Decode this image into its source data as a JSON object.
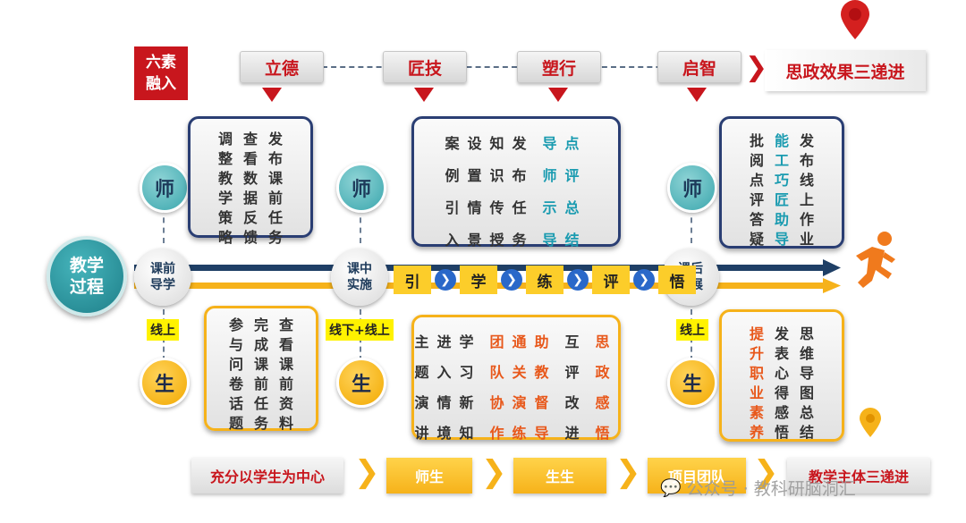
{
  "integration_tag": [
    "六素",
    "融入"
  ],
  "virtues": [
    "立德",
    "匠技",
    "塑行",
    "启智"
  ],
  "effect": "思政效果三递进",
  "main_node": [
    "教学",
    "过程"
  ],
  "stages": [
    {
      "lines": [
        "课前",
        "导学"
      ],
      "tag": "线上"
    },
    {
      "lines": [
        "课中",
        "实施"
      ],
      "tag": "线下+线上"
    },
    {
      "lines": [
        "课后",
        "拓展"
      ],
      "tag": "线上"
    }
  ],
  "teacher_label": "师",
  "student_label": "生",
  "steps": [
    "引",
    "学",
    "练",
    "评",
    "悟"
  ],
  "cards": {
    "pre_teacher": [
      "发布课前任务",
      "查看数据反馈",
      "调整教学策略"
    ],
    "pre_student": [
      "查看课前资料",
      "完成课前任务",
      "参与问卷话题"
    ],
    "in_teacher": [
      {
        "plain": "案设知发",
        "accent": "导点"
      },
      {
        "plain": "例置识布",
        "accent": "师评"
      },
      {
        "plain": "引情传任",
        "accent": "示总"
      },
      {
        "plain": "入景授务",
        "accent": "导结"
      }
    ],
    "in_student": [
      {
        "plain": "主进学",
        "accent": "团通助",
        "plain2": "互",
        "accent2": "思"
      },
      {
        "plain": "题入习",
        "accent": "队关教",
        "plain2": "评",
        "accent2": "政"
      },
      {
        "plain": "演情新",
        "accent": "协演督",
        "plain2": "改",
        "accent2": "感"
      },
      {
        "plain": "讲境知",
        "accent": "作练导",
        "plain2": "进",
        "accent2": "悟"
      }
    ],
    "post_teacher": [
      {
        "text": "发布线上作业",
        "accent": false
      },
      {
        "text": "能工巧匠助导",
        "accent": true
      },
      {
        "text": "批阅点评答疑",
        "accent": false
      }
    ],
    "post_student": [
      {
        "text": "思维导图总结",
        "accent": false
      },
      {
        "text": "发表心得感悟",
        "accent": false
      },
      {
        "text": "提升职业素养",
        "accent": true
      }
    ]
  },
  "bottom": [
    "充分以学生为中心",
    "师生",
    "生生",
    "项目团队",
    "教学主体三递进"
  ],
  "watermark": "公众号 · 教科研脑洞汇",
  "colors": {
    "red": "#c8161d",
    "navy": "#2a3e73",
    "yellow": "#f6b21a",
    "teal": "#1a9bb0",
    "orange": "#e8581b"
  },
  "icons": [
    "map-pin-icon",
    "runner-icon",
    "arrow-right-icon"
  ]
}
